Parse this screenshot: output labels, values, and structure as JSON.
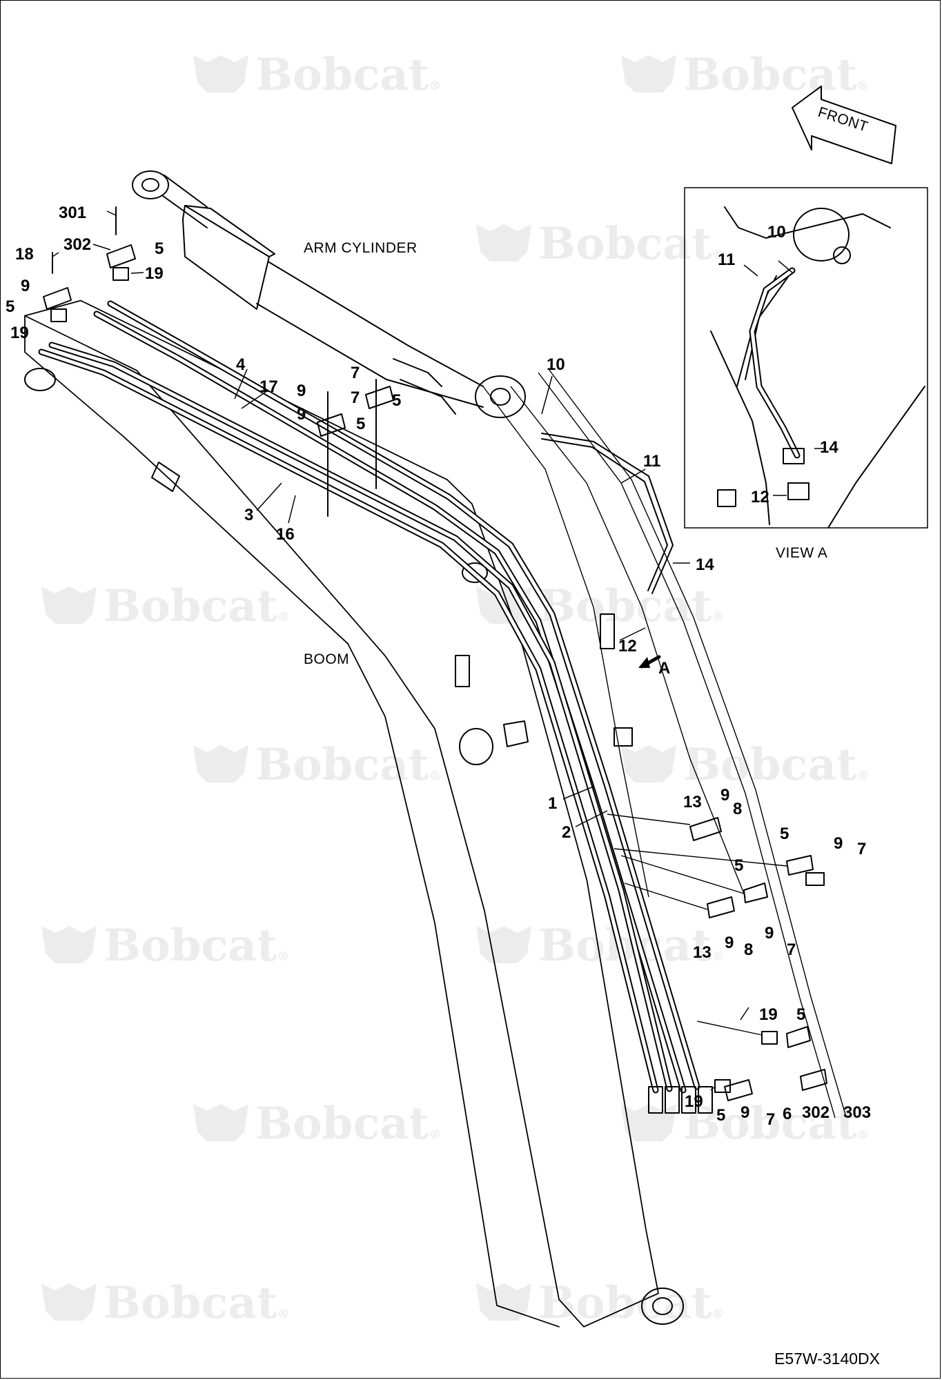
{
  "diagram": {
    "drawing_number": "E57W-3140DX",
    "front_label": "FRONT",
    "arm_cylinder_label": "ARM CYLINDER",
    "boom_label": "BOOM",
    "view_label": "VIEW A",
    "view_arrow_label": "A",
    "watermark_text": "Bobcat",
    "watermark_mark": "®",
    "callouts": [
      "301",
      "302",
      "5",
      "18",
      "19",
      "9",
      "5",
      "19",
      "4",
      "17",
      "7",
      "9",
      "7",
      "9",
      "5",
      "5",
      "10",
      "11",
      "3",
      "16",
      "14",
      "12",
      "1",
      "2",
      "13",
      "9",
      "8",
      "5",
      "9",
      "7",
      "5",
      "13",
      "9",
      "8",
      "9",
      "7",
      "19",
      "5",
      "19",
      "5",
      "9",
      "7",
      "6",
      "302",
      "303",
      "10",
      "11",
      "14",
      "12"
    ]
  }
}
